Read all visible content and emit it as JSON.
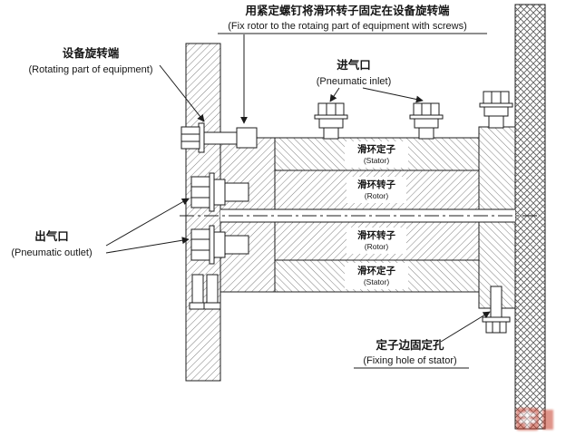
{
  "page": {
    "background": "#ffffff",
    "line_color": "#1c1c1c",
    "hatch_color": "#707070",
    "watermark_color": "#c63c2c"
  },
  "annotations": {
    "top_note": {
      "cn": "用紧定螺钉将滑环转子固定在设备旋转端",
      "en": "(Fix rotor to the rotaing part of equipment with screws)"
    },
    "rotating_part": {
      "cn": "设备旋转端",
      "en": "(Rotating part of equipment)"
    },
    "pneumatic_inlet": {
      "cn": "进气口",
      "en": "(Pneumatic inlet)"
    },
    "pneumatic_outlet": {
      "cn": "出气口",
      "en": "(Pneumatic outlet)"
    },
    "fixing_hole": {
      "cn": "定子边固定孔",
      "en": "(Fixing hole of stator)"
    },
    "stator_top": {
      "cn": "滑环定子",
      "en": "(Stator)"
    },
    "rotor_top": {
      "cn": "滑环转子",
      "en": "(Rotor)"
    },
    "rotor_bottom": {
      "cn": "滑环转子",
      "en": "(Rotor)"
    },
    "stator_bottom": {
      "cn": "滑环定子",
      "en": "(Stator)"
    }
  }
}
